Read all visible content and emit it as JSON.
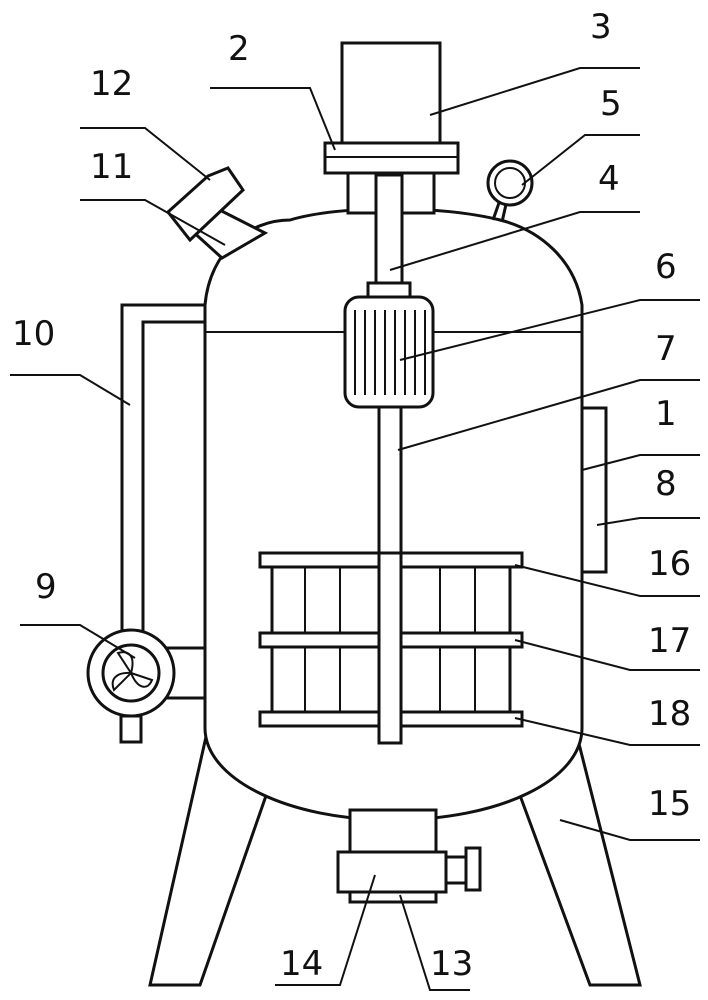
{
  "colors": {
    "line": "#111111",
    "background": "#ffffff"
  },
  "labels": {
    "l1": "1",
    "l2": "2",
    "l3": "3",
    "l4": "4",
    "l5": "5",
    "l6": "6",
    "l7": "7",
    "l8": "8",
    "l9": "9",
    "l10": "10",
    "l11": "11",
    "l12": "12",
    "l13": "13",
    "l14": "14",
    "l15": "15",
    "l16": "16",
    "l17": "17",
    "l18": "18"
  }
}
